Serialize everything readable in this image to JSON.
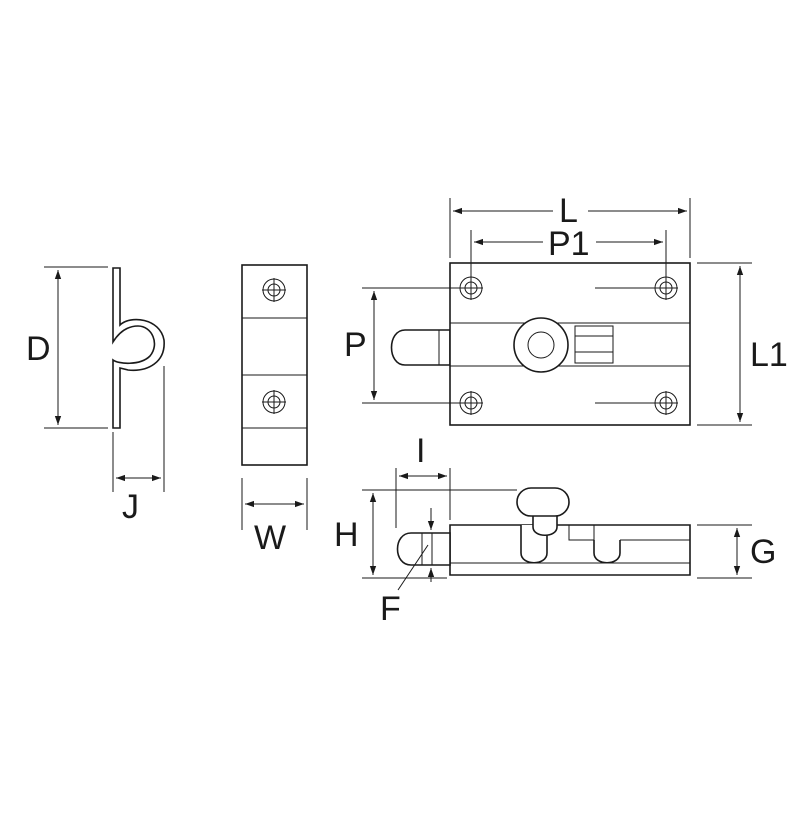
{
  "labels": {
    "D": "D",
    "J": "J",
    "W": "W",
    "L": "L",
    "P1": "P1",
    "P": "P",
    "L1": "L1",
    "I": "I",
    "H": "H",
    "F": "F",
    "G": "G"
  },
  "colors": {
    "line": "#1a1a1a",
    "background": "#ffffff"
  }
}
